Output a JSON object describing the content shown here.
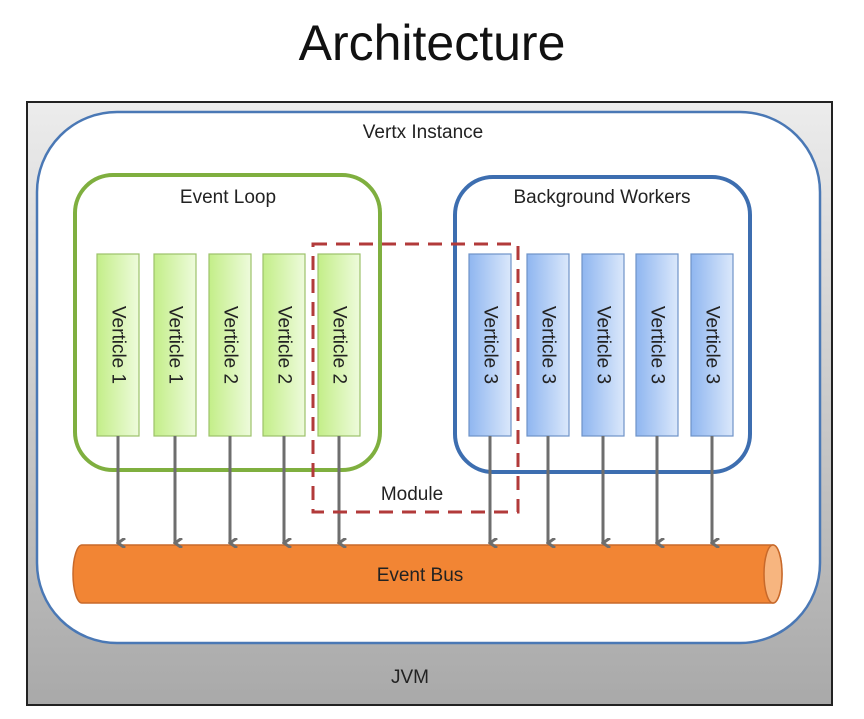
{
  "title": "Architecture",
  "jvm": {
    "label": "JVM"
  },
  "vertx_instance": {
    "label": "Vertx Instance"
  },
  "event_loop": {
    "label": "Event Loop",
    "verticles": [
      "Verticle 1",
      "Verticle 1",
      "Verticle 2",
      "Verticle 2",
      "Verticle 2"
    ]
  },
  "background_workers": {
    "label": "Background Workers",
    "verticles": [
      "Verticle 3",
      "Verticle 3",
      "Verticle 3",
      "Verticle 3",
      "Verticle 3"
    ]
  },
  "module": {
    "label": "Module"
  },
  "event_bus": {
    "label": "Event Bus"
  },
  "colors": {
    "green_border": "#7FAF3F",
    "green_fill": "#D6F5A8",
    "blue_border": "#3D6EB0",
    "blue_fill": "#A9C8F5",
    "module_dash": "#B23A3A",
    "event_bus": "#F28534",
    "arrow": "#6E6E6E"
  }
}
